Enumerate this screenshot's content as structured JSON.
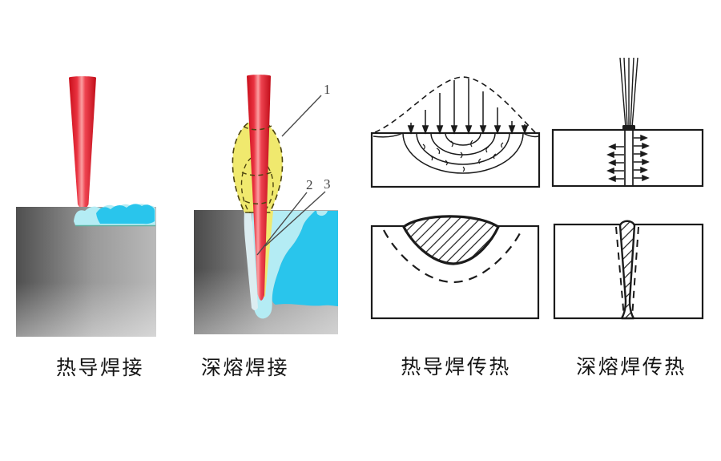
{
  "figure": {
    "panels": [
      {
        "id": "conduction-welding",
        "caption": "热导焊接"
      },
      {
        "id": "deep-penetration-welding",
        "caption": "深熔焊接"
      },
      {
        "id": "conduction-heat-transfer",
        "caption": "热导焊传热"
      },
      {
        "id": "deep-penetration-heat-transfer",
        "caption": "深熔焊传热"
      }
    ],
    "callouts": [
      {
        "label": "1"
      },
      {
        "label": "2"
      },
      {
        "label": "3"
      }
    ]
  },
  "colors": {
    "background": "#ffffff",
    "beam-red": "#d6121f",
    "plume-yellow": "#f0e96e",
    "plume-outline": "#4d4510",
    "melt-light": "#b4ecf4",
    "melt-dark": "#29c5ec",
    "melt-edge": "#dcedf1",
    "ink": "#1b1b1b",
    "teal-line": "#57b2a0",
    "callout-line": "#4a4a4a",
    "callout-text": "#3f3f3f",
    "caption-text": "#151515"
  }
}
